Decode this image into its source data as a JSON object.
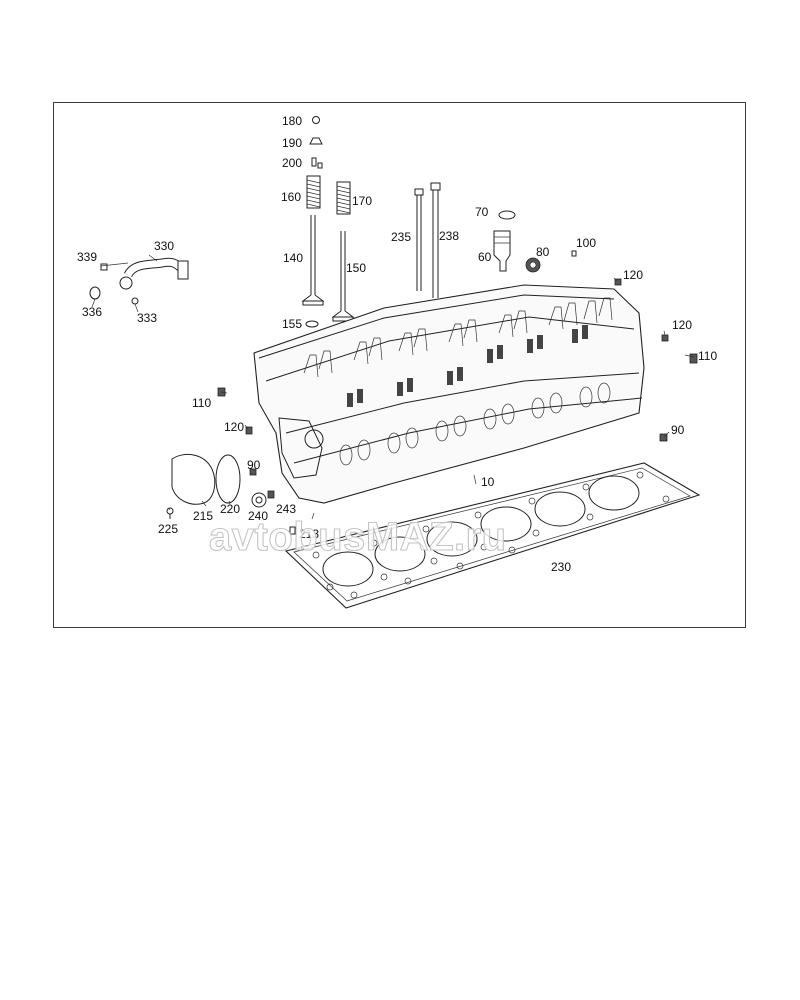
{
  "diagram": {
    "part_labels": [
      "180",
      "190",
      "200",
      "160",
      "170",
      "140",
      "150",
      "155",
      "235",
      "238",
      "70",
      "60",
      "80",
      "100",
      "120",
      "120",
      "110",
      "110",
      "120",
      "90",
      "90",
      "10",
      "339",
      "330",
      "336",
      "333",
      "225",
      "215",
      "220",
      "240",
      "243",
      "213",
      "230"
    ],
    "watermark": "avtobusMAZ.ru"
  }
}
